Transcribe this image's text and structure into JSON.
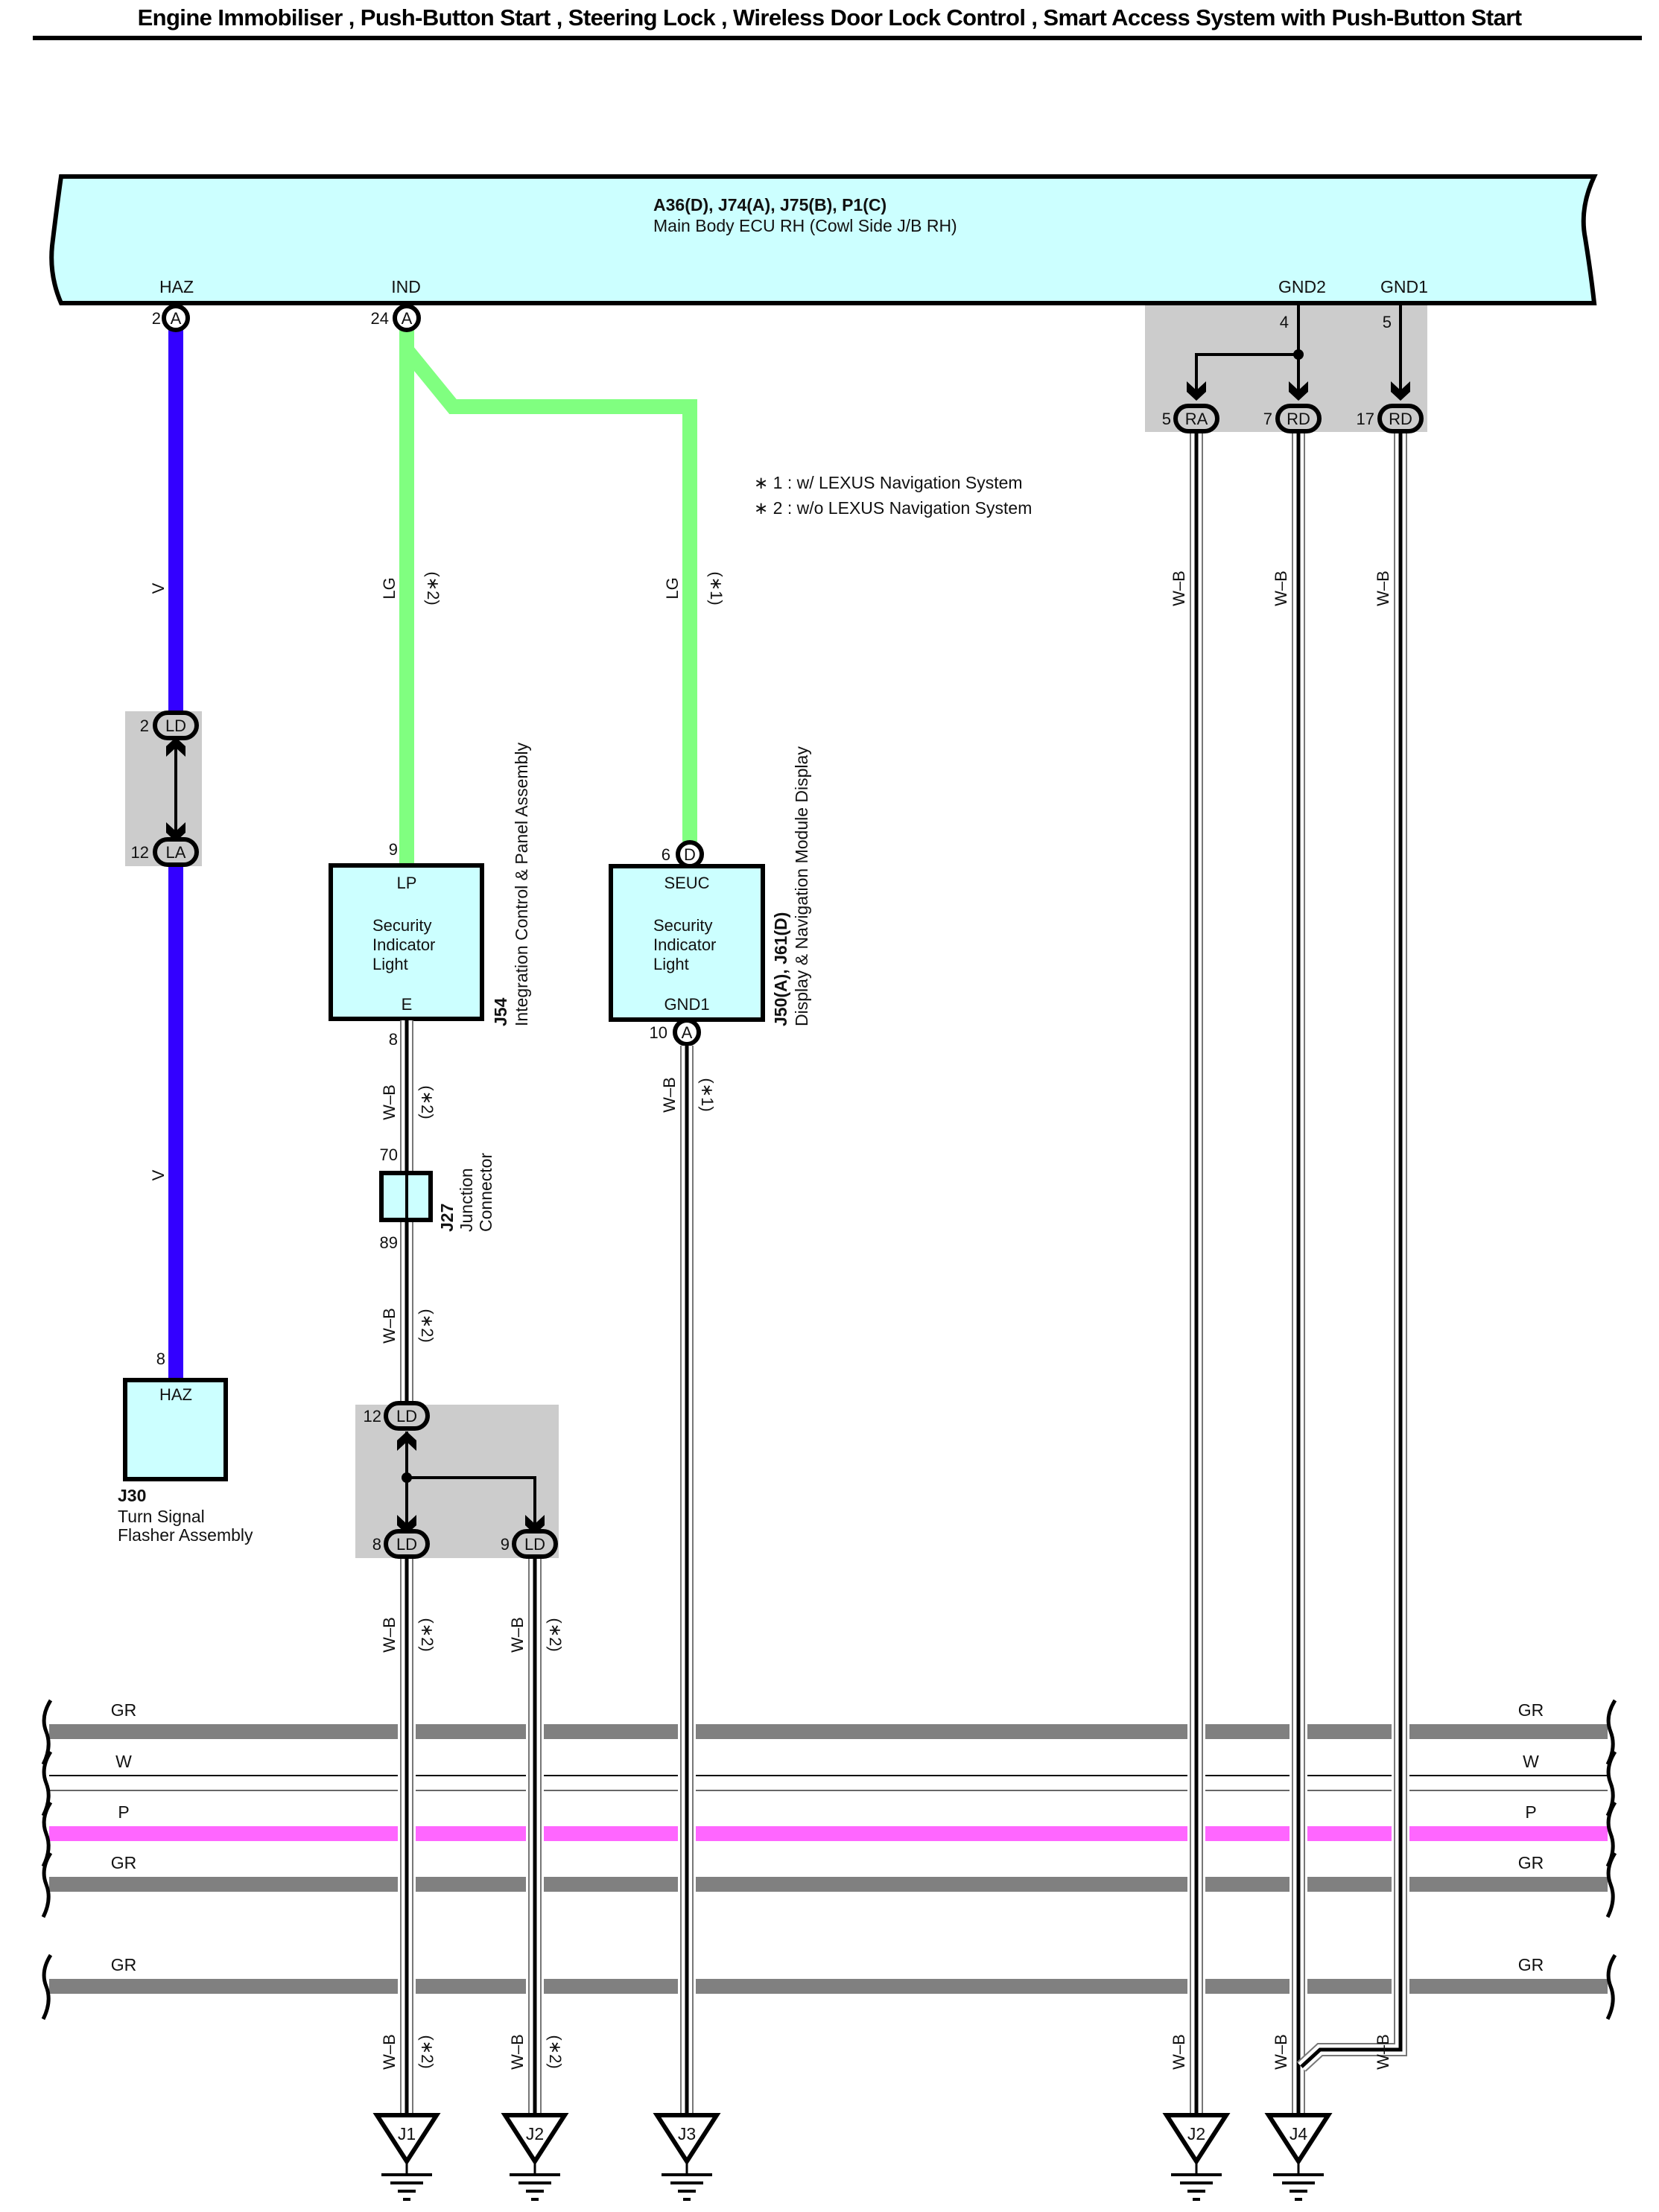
{
  "title": "Engine Immobiliser , Push-Button Start , Steering Lock , Wireless Door Lock Control , Smart Access System with Push-Button Start",
  "colors": {
    "component_fill": "#ccffff",
    "wire_V": "#3300ff",
    "wire_LG": "#80ff80",
    "wire_P": "#ff66ff",
    "wire_GR": "#808080",
    "junction_shade": "#cccccc"
  },
  "ecu": {
    "connectors": "A36(D), J74(A), J75(B), P1(C)",
    "name": "Main Body ECU RH (Cowl Side J/B RH)",
    "terminals": [
      {
        "name": "HAZ",
        "pin": "2",
        "conn": "A"
      },
      {
        "name": "IND",
        "pin": "24",
        "conn": "A"
      },
      {
        "name": "GND2",
        "pin": "4"
      },
      {
        "name": "GND1",
        "pin": "5"
      }
    ]
  },
  "notes": [
    "∗ 1 : w/ LEXUS Navigation System",
    "∗ 2 : w/o LEXUS Navigation System"
  ],
  "wires": {
    "haz_upper": {
      "color": "V"
    },
    "haz_lower": {
      "color": "V"
    },
    "ind_j54": {
      "color": "LG",
      "note": "(∗2)"
    },
    "ind_j50": {
      "color": "LG",
      "note": "(∗1)"
    },
    "j54_e": {
      "color": "W–B",
      "note": "(∗2)"
    },
    "j27_out": {
      "color": "W–B",
      "note": "(∗2)"
    },
    "ld8": {
      "color": "W–B",
      "note": "(∗2)"
    },
    "ld9": {
      "color": "W–B",
      "note": "(∗2)"
    },
    "j50_gnd": {
      "color": "W–B",
      "note": "(∗1)"
    },
    "ra5": {
      "color": "W–B"
    },
    "rd7": {
      "color": "W–B"
    },
    "rd17": {
      "color": "W–B"
    },
    "ld8_low": {
      "color": "W–B",
      "note": "(∗2)"
    },
    "ld9_low": {
      "color": "W–B",
      "note": "(∗2)"
    },
    "ra5_low": {
      "color": "W–B"
    },
    "rd7_low": {
      "color": "W–B"
    },
    "rd17_low": {
      "color": "W–B"
    }
  },
  "junctions": {
    "ld_la": [
      {
        "pin": "2",
        "conn": "LD"
      },
      {
        "pin": "12",
        "conn": "LA"
      }
    ],
    "ld_branch": [
      {
        "pin": "12",
        "conn": "LD"
      },
      {
        "pin": "8",
        "conn": "LD"
      },
      {
        "pin": "9",
        "conn": "LD"
      }
    ],
    "gnd_branch": [
      {
        "pin": "5",
        "conn": "RA"
      },
      {
        "pin": "7",
        "conn": "RD"
      },
      {
        "pin": "17",
        "conn": "RD"
      }
    ]
  },
  "components": {
    "j54": {
      "code": "J54",
      "name": "Integration Control & Panel Assembly",
      "top_terminal": "LP",
      "top_pin": "9",
      "body": [
        "Security",
        "Indicator",
        "Light"
      ],
      "bottom_terminal": "E",
      "bottom_pin": "8"
    },
    "j50": {
      "code": "J50(A), J61(D)",
      "name": "Display & Navigation Module Display",
      "top_terminal": "SEUC",
      "top_pin": "6",
      "top_conn": "D",
      "body": [
        "Security",
        "Indicator",
        "Light"
      ],
      "bottom_terminal": "GND1",
      "bottom_pin": "10",
      "bottom_conn": "A"
    },
    "j27": {
      "code": "J27",
      "name_lines": [
        "Junction",
        "Connector"
      ],
      "top_pin": "70",
      "bottom_pin": "89"
    },
    "j30": {
      "code": "J30",
      "name_lines": [
        "Turn Signal",
        "Flasher Assembly"
      ],
      "terminal": "HAZ",
      "pin": "8"
    }
  },
  "bus_wires": [
    {
      "color": "GR"
    },
    {
      "color": "W"
    },
    {
      "color": "P"
    },
    {
      "color": "GR"
    },
    {
      "color": "GR"
    }
  ],
  "grounds": [
    "J1",
    "J2",
    "J3",
    "J2",
    "J4"
  ]
}
